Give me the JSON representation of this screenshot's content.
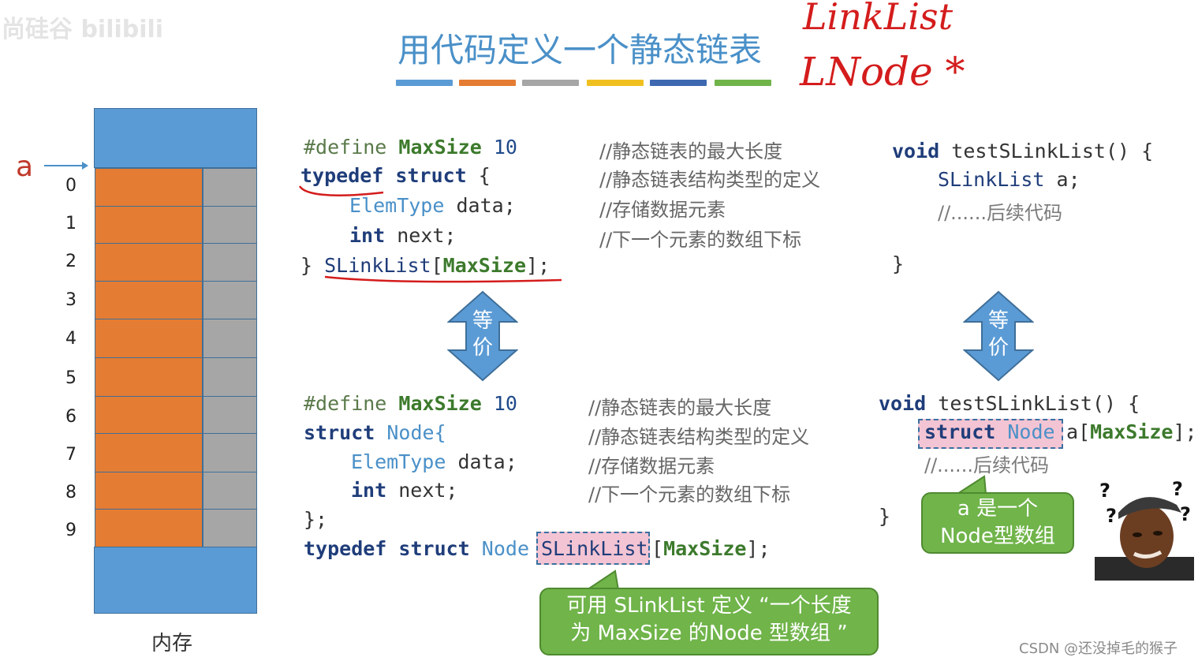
{
  "watermark": "尚硅谷 bilibili",
  "title": "用代码定义一个静态链表",
  "color_bars": [
    "#5b9bd5",
    "#e47c33",
    "#a6a6a6",
    "#f0c020",
    "#3e68b0",
    "#70b44a"
  ],
  "handwriting": {
    "line1": "LinkList",
    "line2": "LNode *"
  },
  "memory": {
    "pointer_label": "a",
    "indices": [
      "0",
      "1",
      "2",
      "3",
      "4",
      "5",
      "6",
      "7",
      "8",
      "9"
    ],
    "label": "内存"
  },
  "code1": {
    "define_kw": "#define",
    "define_name": "MaxSize",
    "define_val": "10",
    "typedef_kw": "typedef",
    "struct_kw": "struct",
    "brace_open": "{",
    "field1_type": "ElemType",
    "field1_name": "data;",
    "field2_type": "int",
    "field2_name": "next;",
    "close_prefix": "}",
    "close_name": "SLinkList",
    "close_bracket_open": "[",
    "close_size": "MaxSize",
    "close_suffix": "];"
  },
  "comments1": [
    "//静态链表的最大长度",
    "//静态链表结构类型的定义",
    "//存储数据元素",
    "//下一个元素的数组下标"
  ],
  "code2": {
    "define_kw": "#define",
    "define_name": "MaxSize",
    "define_val": "10",
    "struct_kw": "struct",
    "struct_name": "Node{",
    "field1_type": "ElemType",
    "field1_name": "data;",
    "field2_type": "int",
    "field2_name": "next;",
    "close": "};",
    "typedef_kw": "typedef",
    "struct_kw2": "struct",
    "node_name": "Node",
    "slinklist": "SLinkList",
    "tail_open": "[",
    "tail_size": "MaxSize",
    "tail_close": "];"
  },
  "comments2": [
    "//静态链表的最大长度",
    "//静态链表结构类型的定义",
    "//存储数据元素",
    "//下一个元素的数组下标"
  ],
  "func1": {
    "void_kw": "void",
    "signature": "testSLinkList() {",
    "decl_type": "SLinkList",
    "decl_var": "a;",
    "comment": "//......后续代码",
    "close": "}"
  },
  "func2": {
    "void_kw": "void",
    "signature": "testSLinkList() {",
    "struct_kw": "struct",
    "node_name": "Node",
    "arr_var": "a",
    "arr_open": "[",
    "arr_size": "MaxSize",
    "arr_close": "];",
    "comment": "//......后续代码",
    "close": "}"
  },
  "equiv": {
    "char1": "等",
    "char2": "价"
  },
  "bubble_bottom": {
    "line1": "可用 SLinkList 定义 “一个长度",
    "line2": "为 MaxSize 的Node 型数组 ”"
  },
  "bubble_right": {
    "line1": "a 是一个",
    "line2": "Node型数组"
  },
  "meme": {
    "q1": "?",
    "q2": "?",
    "q3": "?",
    "q4": "?"
  },
  "csdn_label": "CSDN @还没掉毛的猴子"
}
